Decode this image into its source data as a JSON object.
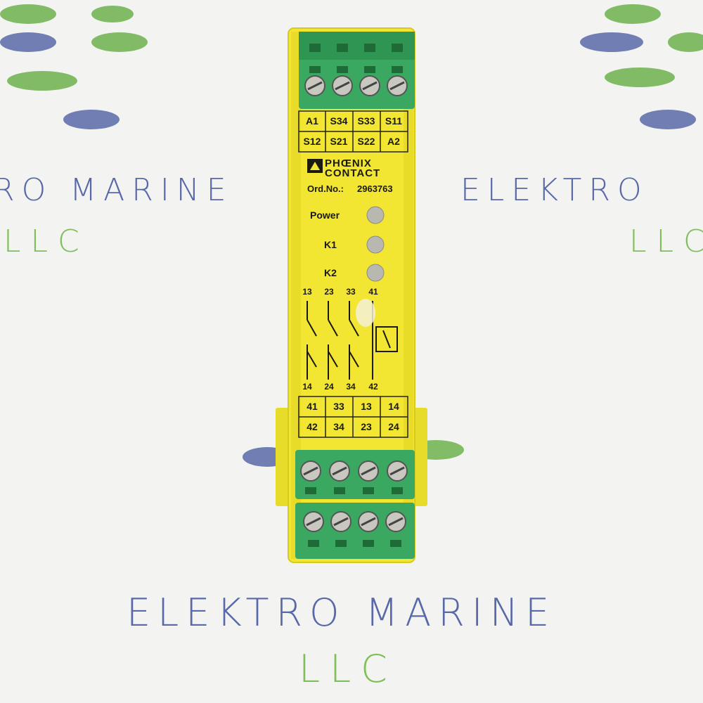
{
  "watermark": {
    "brand": "ELEKTRO MARINE",
    "suffix": "LLC",
    "partial_left": "RO MARINE",
    "partial_right": "ELEKTRO",
    "partial_llc_left": "LLC",
    "partial_llc_right": "LLC",
    "colors": {
      "blue": "#5868a8",
      "green": "#7fbf5a"
    }
  },
  "device": {
    "brand_line1": "PHŒNIX",
    "brand_line2": "CONTACT",
    "order_label": "Ord.No.:",
    "order_number": "2963763",
    "top_terminal_table": [
      [
        "A1",
        "S34",
        "S33",
        "S11"
      ],
      [
        "S12",
        "S21",
        "S22",
        "A2"
      ]
    ],
    "bottom_terminal_table": [
      [
        "41",
        "33",
        "13",
        "14"
      ],
      [
        "42",
        "34",
        "23",
        "24"
      ]
    ],
    "led_labels": [
      "Power",
      "K1",
      "K2"
    ],
    "contact_top_numbers": [
      "13",
      "23",
      "33",
      "41"
    ],
    "contact_bottom_numbers": [
      "14",
      "24",
      "34",
      "42"
    ],
    "colors": {
      "housing": "#f2e632",
      "terminal": "#3aa860",
      "led": "#b8b8b0"
    }
  }
}
